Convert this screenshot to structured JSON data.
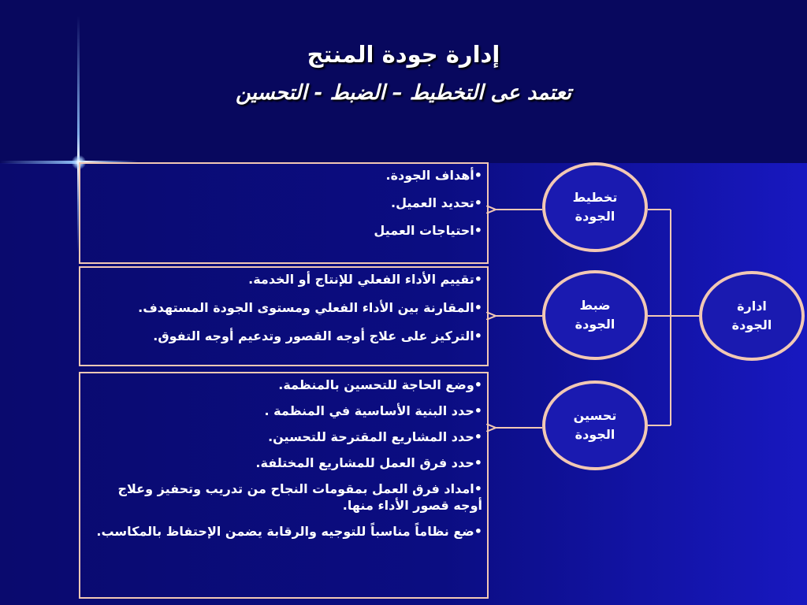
{
  "title": "إدارة جودة المنتج",
  "subtitle": "تعتمد عى التخطيط – الضبط - التحسين",
  "circles": {
    "planning": "تخطيط\nالجودة",
    "control": "ضبط\nالجودة",
    "improvement": "تحسين\nالجودة",
    "management": "ادارة\nالجودة"
  },
  "planning_items": [
    "أهداف الجودة.",
    "تحديد العميل.",
    "احتياجات العميل"
  ],
  "control_items": [
    "تقييم الأداء الفعلي للإنتاج أو الخدمة.",
    "المقارنة بين الأداء الفعلي ومستوى الجودة المستهدف.",
    "التركيز على علاج أوجه القصور وتدعيم أوجه التفوق."
  ],
  "improvement_items": [
    "وضع الحاجة للتحسين بالمنظمة.",
    "حدد البنية الأساسية في المنظمة .",
    "حدد المشاريع المقترحة للتحسين.",
    "حدد فرق العمل للمشاريع المختلفة.",
    "امداد فرق العمل بمقومات النجاح من تدريب وتحفيز وعلاج أوجه قصور الأداء منها.",
    "ضع نظاماً مناسباً للتوجيه والرقابة يضمن الإحتفاظ بالمكاسب."
  ],
  "colors": {
    "background": "#0a0a78",
    "border": "#f2c8b4",
    "text": "#ffffff"
  }
}
